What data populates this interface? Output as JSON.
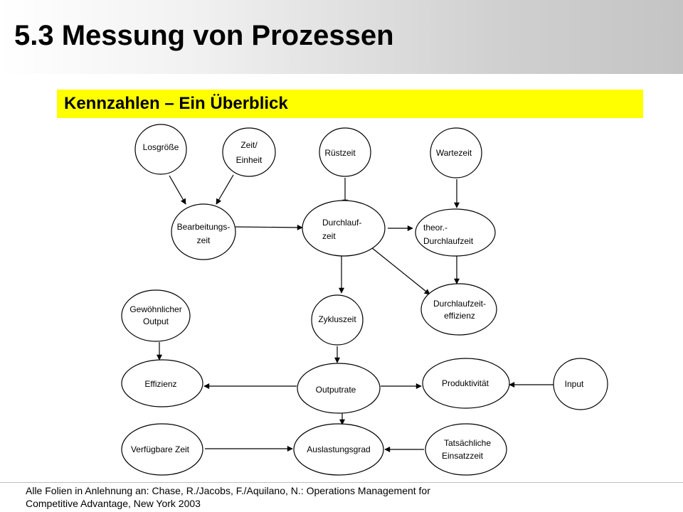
{
  "slide": {
    "title": "5.3 Messung von Prozessen",
    "subtitle": "Kennzahlen – Ein Überblick",
    "footer_line1": "Alle Folien in Anlehnung an: Chase, R./Jacobs, F./Aquilano, N.: Operations Management for",
    "footer_line2": "Competitive Advantage, New York 2003"
  },
  "colors": {
    "subtitle_background": "#ffff00",
    "node_fill": "#ffffff",
    "stroke": "#000000"
  },
  "nodes": {
    "losgroesse": [
      "Losgröße"
    ],
    "zeit_einheit": [
      "Zeit/",
      "Einheit"
    ],
    "ruestzeit": [
      "Rüstzeit"
    ],
    "wartezeit": [
      "Wartezeit"
    ],
    "bearbeitungszeit": [
      "Bearbeitungs-",
      "zeit"
    ],
    "durchlaufzeit": [
      "Durchlauf-",
      "zeit"
    ],
    "theor_durchlaufzeit": [
      "theor.-",
      "Durchlaufzeit"
    ],
    "durchlaufzeit_effizienz": [
      "Durchlaufzeit-",
      "effizienz"
    ],
    "gewoehnlicher_output": [
      "Gewöhnlicher",
      "Output"
    ],
    "zykluszeit": [
      "Zykluszeit"
    ],
    "effizienz": [
      "Effizienz"
    ],
    "outputrate": [
      "Outputrate"
    ],
    "produktivitaet": [
      "Produktivität"
    ],
    "input": [
      "Input"
    ],
    "verfuegbare_zeit": [
      "Verfügbare Zeit"
    ],
    "auslastungsgrad": [
      "Auslastungsgrad"
    ],
    "tatsaechliche_einsatzzeit": [
      "Tatsächliche",
      "Einsatzzeit"
    ]
  }
}
